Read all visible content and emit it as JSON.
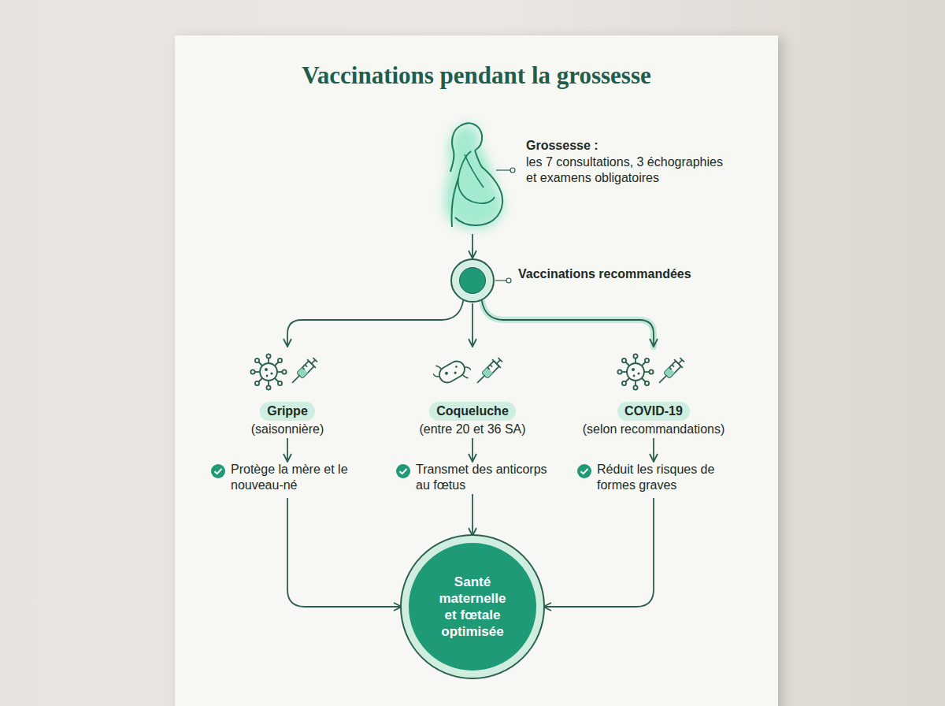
{
  "diagram": {
    "title": "Vaccinations pendant la grossesse",
    "nodes": [
      {
        "text": [
          "Grossesse :",
          "les 7 consultations, 3 échographies et examens obligatoires"
        ]
      },
      {
        "text": [
          "Vaccinations recommandées"
        ]
      },
      {
        "text": [
          "Grippe",
          "(saisonnière)"
        ]
      },
      {
        "text": [
          "Coqueluche",
          "(entre 20 et 36 SA)"
        ]
      },
      {
        "text": [
          "COVID-19",
          "(selon recommandations)"
        ]
      },
      {
        "text": [
          "Protège la mère et le nouveau-né"
        ]
      },
      {
        "text": [
          "Transmet des anticorps au fœtus"
        ]
      },
      {
        "text": [
          "Réduit les risques de formes graves"
        ]
      },
      {
        "text": [
          "Santé maternelle et fœtale optimisée"
        ]
      }
    ],
    "edges": [
      {
        "from": 0,
        "to": 1,
        "arrow": "to"
      },
      {
        "from": 1,
        "to": 2,
        "arrow": "to"
      },
      {
        "from": 1,
        "to": 3,
        "arrow": "to"
      },
      {
        "from": 1,
        "to": 4,
        "arrow": "to"
      },
      {
        "from": 2,
        "to": 5,
        "arrow": "to"
      },
      {
        "from": 3,
        "to": 6,
        "arrow": "to"
      },
      {
        "from": 4,
        "to": 7,
        "arrow": "to"
      },
      {
        "from": 5,
        "to": 8,
        "arrow": "to"
      },
      {
        "from": 6,
        "to": 8,
        "arrow": "to"
      },
      {
        "from": 7,
        "to": 8,
        "arrow": "to"
      }
    ]
  }
}
